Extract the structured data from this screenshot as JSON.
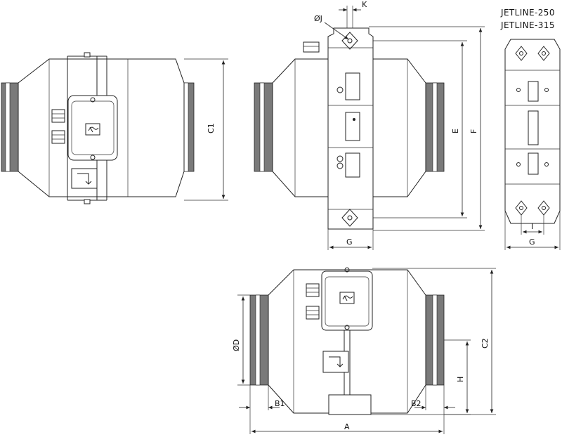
{
  "models": [
    "JETLINE-250",
    "JETLINE-315"
  ],
  "dimension_labels": {
    "A": "A",
    "B1": "B1",
    "B2": "B2",
    "C1": "C1",
    "C2": "C2",
    "D": "ØD",
    "E": "E",
    "F": "F",
    "G_side": "G",
    "G_bracket": "G",
    "H": "H",
    "I": "I",
    "J": "ØJ",
    "K": "K"
  },
  "icons": [
    "fan-logo-icon",
    "arrow-icon",
    "mounting-hole-icon",
    "cable-gland-icon"
  ]
}
